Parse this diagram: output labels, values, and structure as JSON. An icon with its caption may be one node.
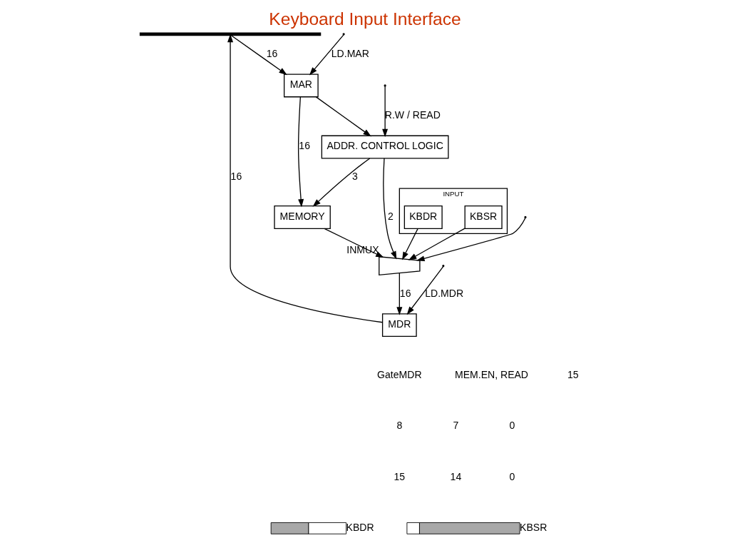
{
  "diagram": {
    "title": "Keyboard Input Interface",
    "nodes": [
      {
        "text": [],
        "shape": "bar"
      },
      {
        "text": [
          "MDR"
        ]
      },
      {
        "text": [
          "MAR"
        ]
      },
      {
        "text": [
          "ADDR. CONTROL LOGIC"
        ]
      },
      {
        "text": [
          "MEMORY"
        ]
      },
      {
        "text": [
          "INPUT"
        ]
      },
      {
        "text": [
          "KBDR"
        ],
        "in": 5
      },
      {
        "text": [
          "KBSR"
        ],
        "in": 5
      },
      {
        "text": [],
        "shape": "trapezoid",
        "beside": [
          "INMUX"
        ]
      },
      {
        "text": [],
        "shape": "bar",
        "beside": [
          "KBDR"
        ]
      },
      {
        "text": [],
        "shape": "bar",
        "beside": [
          "KBSR"
        ]
      }
    ],
    "edges": [
      {
        "from": 1,
        "to": 0,
        "arrow": "to",
        "label": "16"
      },
      {
        "from": 0,
        "to": 2,
        "arrow": "to",
        "label": "16"
      },
      {
        "from": null,
        "to": 1,
        "arrow": "to",
        "label": "LD.MDR"
      },
      {
        "from": null,
        "to": 2,
        "arrow": "to",
        "label": "LD.MAR"
      },
      {
        "from": null,
        "to": 3,
        "arrow": "to",
        "label": "R.W / READ"
      },
      {
        "from": 2,
        "to": 3,
        "arrow": "to"
      },
      {
        "from": 2,
        "to": 4,
        "arrow": "to",
        "label": "16"
      },
      {
        "from": 3,
        "to": 4,
        "arrow": "to",
        "label": "3"
      },
      {
        "from": 3,
        "to": 8,
        "arrow": "to",
        "label": "2"
      },
      {
        "from": 4,
        "to": 8,
        "arrow": "to"
      },
      {
        "from": 6,
        "to": 8,
        "arrow": "to"
      },
      {
        "from": 7,
        "to": 8,
        "arrow": "to"
      },
      {
        "from": null,
        "to": 8,
        "arrow": "to"
      },
      {
        "from": 8,
        "to": 1,
        "arrow": "to",
        "label": "16"
      }
    ],
    "labels": [
      "GateMDR",
      "MEM.EN, READ",
      "15",
      "8",
      "7",
      "0",
      "15",
      "14",
      "0"
    ]
  }
}
